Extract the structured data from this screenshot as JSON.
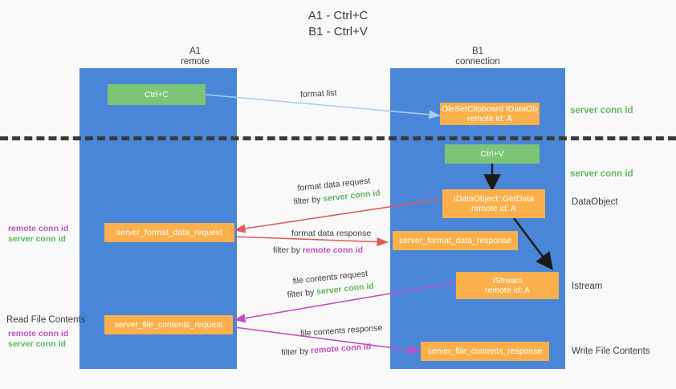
{
  "title": {
    "line1": "A1 - Ctrl+C",
    "line2": "B1 - Ctrl+V"
  },
  "lanes": [
    {
      "name": "A1",
      "sub": "remote"
    },
    {
      "name": "B1",
      "sub": "connection"
    }
  ],
  "boxes": {
    "ctrl_c": "Ctrl+C",
    "ctrl_v": "Ctrl+V",
    "set_clipboard_l1": "OleSetClipboard IDataObject",
    "set_clipboard_l2": "remote id: A",
    "getdata_l1": "IDataObject::GetData",
    "getdata_l2": "remote id: A",
    "istream_l1": "IStream",
    "istream_l2": "remote id: A",
    "format_data_request": "server_format_data_request",
    "format_data_response": "server_format_data_response",
    "file_contents_request": "server_file_contents_request",
    "file_contents_response": "server_file_contents_response"
  },
  "edges": {
    "format_list": "format list",
    "format_data_request": "format data request",
    "format_data_request_filter_pre": "filter by ",
    "format_data_request_filter_id": "server conn id",
    "format_data_response": "format data response",
    "format_data_response_filter_pre": "filter by ",
    "format_data_response_filter_id": "remote conn id",
    "file_contents_request": "file contents request",
    "file_contents_request_filter_pre": "filter by ",
    "file_contents_request_filter_id": "server conn id",
    "file_contents_response": "file contents response",
    "file_contents_response_filter_pre": "filter by ",
    "file_contents_response_filter_id": "remote conn id"
  },
  "annotations": {
    "right_server_conn_top": "server conn id",
    "right_server_conn_mid": "server conn id",
    "right_dataobject": "DataObject",
    "right_istream": "Istream",
    "right_write_file_contents": "Write File Contents",
    "left_remote_conn_1": "remote conn id",
    "left_server_conn_1": "server conn id",
    "left_read_file_contents": "Read File Contents",
    "left_remote_conn_2": "remote conn id",
    "left_server_conn_2": "server conn id"
  },
  "colors": {
    "lane_blue": "#4a86d8",
    "box_green": "#7cc576",
    "box_orange": "#fbb04c",
    "arrow_lightblue": "#a8cdf0",
    "arrow_red": "#e05b5b",
    "arrow_magenta": "#c24fc2",
    "arrow_black": "#1a1a1a",
    "text_green": "#5cb85c",
    "text_magenta": "#c24fc2",
    "background": "#f9f9f9"
  }
}
